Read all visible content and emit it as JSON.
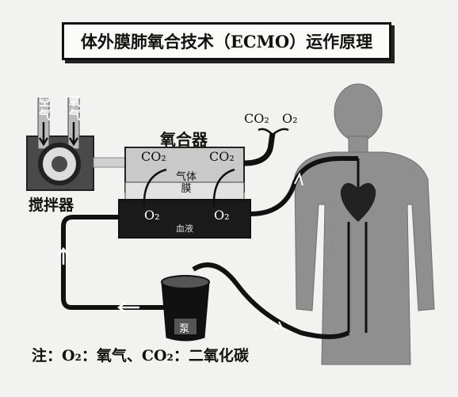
{
  "title": "体外膜肺氧合技术（ECMO）运作原理",
  "gas_inputs": {
    "air": "空气",
    "oxygen": "氧气"
  },
  "mixer_label": "搅拌器",
  "oxygenator": {
    "title": "氧合器",
    "co2_left": "CO₂",
    "co2_right": "CO₂",
    "membrane": "气体膜",
    "o2_left": "O₂",
    "o2_right": "O₂",
    "blood": "血液"
  },
  "exhaust": {
    "co2": "CO₂",
    "o2": "O₂"
  },
  "pump_label": "泵",
  "note": "注：O₂：氧气、CO₂：二氧化碳",
  "colors": {
    "line": "#111111",
    "body": "#8f8f8f",
    "oxygenator_top": "#c9c9c9",
    "blood_layer": "#1a1a1a"
  }
}
